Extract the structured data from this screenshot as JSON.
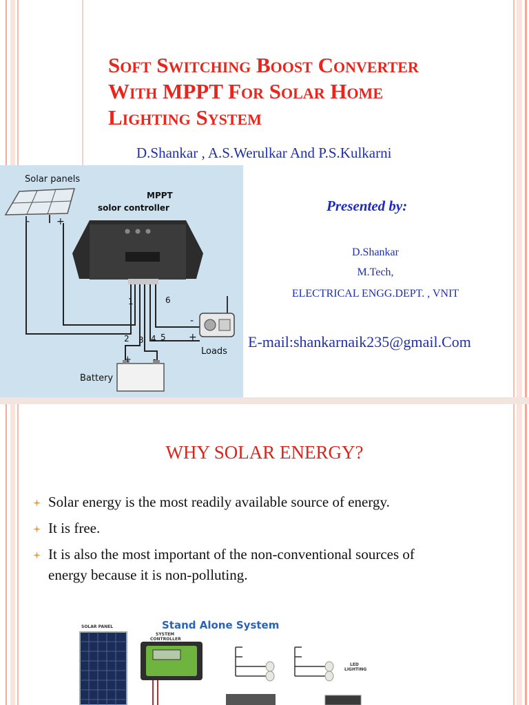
{
  "slide1": {
    "title_lines": [
      "Soft Switching Boost Converter",
      "With MPPT For Solar Home",
      "Lighting System"
    ],
    "authors": "D.Shankar , A.S.Werulkar And P.S.Kulkarni",
    "presented_by": "Presented by:",
    "presenter_name": "D.Shankar",
    "presenter_degree": "M.Tech,",
    "presenter_dept": "ELECTRICAL ENGG.DEPT. , VNIT",
    "email": "E-mail:shankarnaik235@gmail.Com",
    "diagram": {
      "solar_panels_label": "Solar panels",
      "controller_label_1": "MPPT",
      "controller_label_2": "solor controller",
      "loads_label": "Loads",
      "battery_label": "Battery",
      "plus": "+",
      "minus": "-",
      "terminal_labels": [
        "1",
        "2",
        "3",
        "4",
        "5",
        "6"
      ]
    }
  },
  "slide2": {
    "title": "WHY SOLAR ENERGY?",
    "bullets": [
      "Solar energy is the most readily available source of energy.",
      "It is free.",
      "It is also the most important of the non-conventional sources of energy because it is non-polluting."
    ],
    "diagram": {
      "title": "Stand Alone System",
      "solar_panel_label": "SOLAR PANEL",
      "controller_label_1": "SYSTEM",
      "controller_label_2": "CONTROLLER",
      "led_label_1": "LED",
      "led_label_2": "LIGHTING"
    }
  },
  "colors": {
    "title_red": "#e8261e",
    "text_blue": "#1f2fa8",
    "bullet_orange": "#e8a040",
    "diagram_bg": "#cde1ee"
  }
}
